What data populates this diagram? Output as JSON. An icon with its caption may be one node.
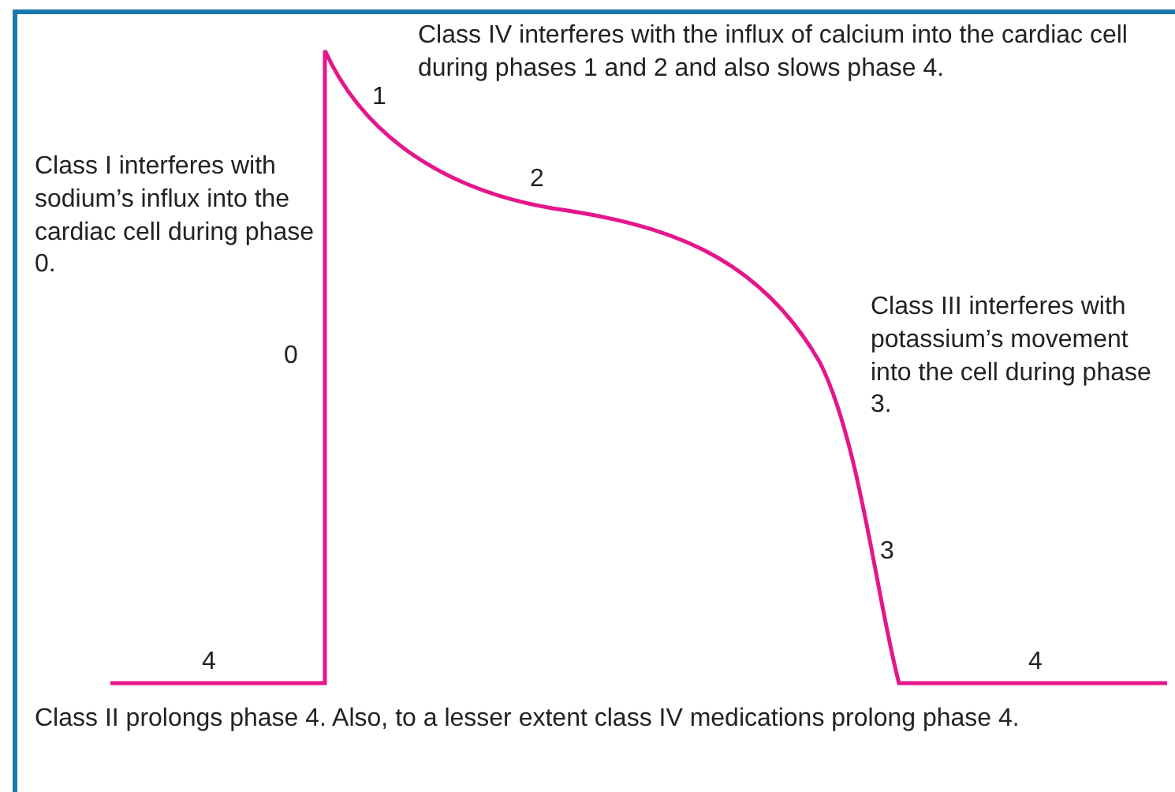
{
  "diagram": {
    "labels": [
      "Class IV interferes with the influx of calcium into the cardiac cell during phases 1 and 2 and also slows phase 4.",
      "1",
      "Class I interferes with sodium’s influx into the cardiac cell during phase 0.",
      "2",
      "0",
      "Class III interferes with potassium’s movement into the cell during phase 3.",
      "3",
      "4",
      "4",
      "Class II prolongs phase 4. Also, to a lesser extent class IV medications prolong phase 4."
    ]
  }
}
